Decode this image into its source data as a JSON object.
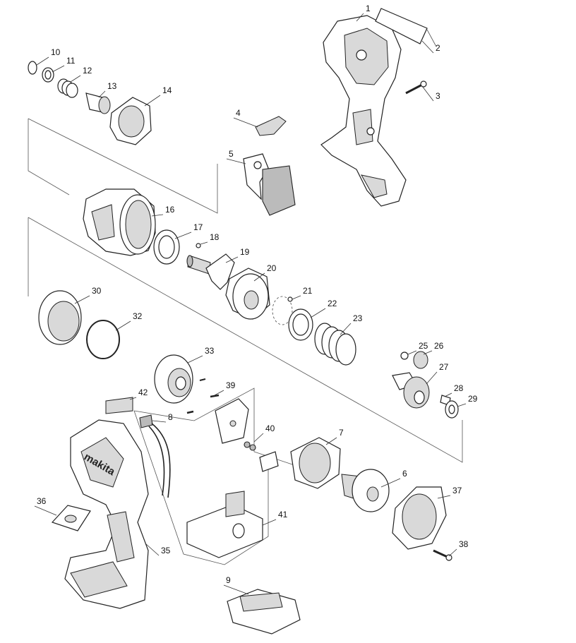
{
  "diagram": {
    "callouts": [
      {
        "id": "c1",
        "label": "1"
      },
      {
        "id": "c2",
        "label": "2"
      },
      {
        "id": "c3",
        "label": "3"
      },
      {
        "id": "c4",
        "label": "4"
      },
      {
        "id": "c5",
        "label": "5"
      },
      {
        "id": "c6",
        "label": "6"
      },
      {
        "id": "c7",
        "label": "7"
      },
      {
        "id": "c8",
        "label": "8"
      },
      {
        "id": "c9",
        "label": "9"
      },
      {
        "id": "c10",
        "label": "10"
      },
      {
        "id": "c11",
        "label": "11"
      },
      {
        "id": "c12",
        "label": "12"
      },
      {
        "id": "c13",
        "label": "13"
      },
      {
        "id": "c14",
        "label": "14"
      },
      {
        "id": "c16",
        "label": "16"
      },
      {
        "id": "c17",
        "label": "17"
      },
      {
        "id": "c18",
        "label": "18"
      },
      {
        "id": "c19",
        "label": "19"
      },
      {
        "id": "c20",
        "label": "20"
      },
      {
        "id": "c21",
        "label": "21"
      },
      {
        "id": "c22",
        "label": "22"
      },
      {
        "id": "c23",
        "label": "23"
      },
      {
        "id": "c25",
        "label": "25"
      },
      {
        "id": "c26",
        "label": "26"
      },
      {
        "id": "c27",
        "label": "27"
      },
      {
        "id": "c28",
        "label": "28"
      },
      {
        "id": "c29",
        "label": "29"
      },
      {
        "id": "c30",
        "label": "30"
      },
      {
        "id": "c32",
        "label": "32"
      },
      {
        "id": "c33",
        "label": "33"
      },
      {
        "id": "c35",
        "label": "35"
      },
      {
        "id": "c36",
        "label": "36"
      },
      {
        "id": "c37",
        "label": "37"
      },
      {
        "id": "c38",
        "label": "38"
      },
      {
        "id": "c39",
        "label": "39"
      },
      {
        "id": "c40",
        "label": "40"
      },
      {
        "id": "c41",
        "label": "41"
      },
      {
        "id": "c42",
        "label": "42"
      }
    ],
    "brand_mark": "makita"
  }
}
